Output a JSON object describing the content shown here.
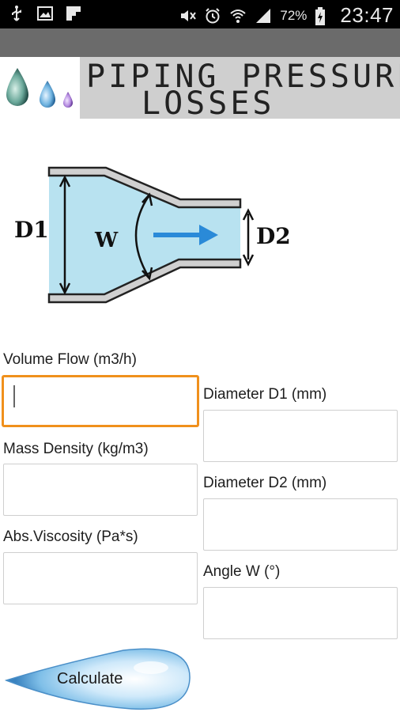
{
  "statusbar": {
    "battery_percent": "72%",
    "time": "23:47"
  },
  "header": {
    "title_line1": "PIPING PRESSURE",
    "title_line2": "LOSSES"
  },
  "diagram": {
    "label_d1": "D1",
    "label_d2": "D2",
    "label_w": "W"
  },
  "form": {
    "volume_flow_label": "Volume Flow (m3/h)",
    "mass_density_label": "Mass Density (kg/m3)",
    "abs_viscosity_label": "Abs.Viscosity (Pa*s)",
    "diameter_d1_label": "Diameter D1 (mm)",
    "diameter_d2_label": "Diameter D2 (mm)",
    "angle_w_label": "Angle W (°)",
    "volume_flow_value": "",
    "mass_density_value": "",
    "abs_viscosity_value": "",
    "diameter_d1_value": "",
    "diameter_d2_value": "",
    "angle_w_value": ""
  },
  "calculate_button": {
    "label": "Calculate"
  }
}
